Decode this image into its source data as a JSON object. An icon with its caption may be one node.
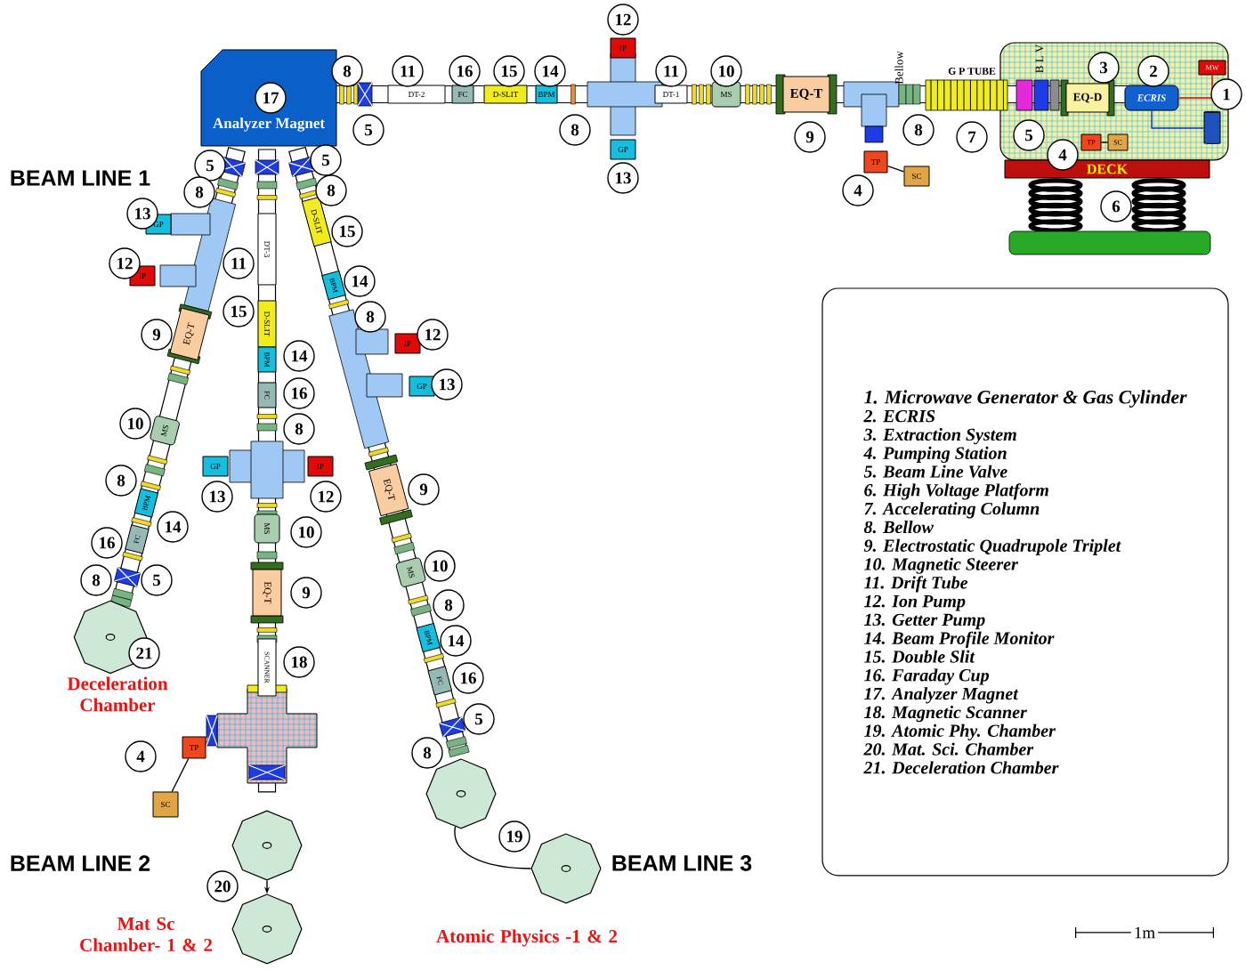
{
  "diagram": {
    "nodes": [
      {
        "text": [
          "Analyzer Magnet"
        ]
      },
      {
        "text": [
          "DT-2"
        ]
      },
      {
        "text": [
          "FC"
        ]
      },
      {
        "text": [
          "D-SLIT"
        ]
      },
      {
        "text": [
          "BPM"
        ]
      },
      {
        "text": [
          "IP"
        ]
      },
      {
        "text": [
          "GP"
        ]
      },
      {
        "text": [
          "DT-1"
        ]
      },
      {
        "text": [
          "MS"
        ]
      },
      {
        "text": [
          "EQ-T"
        ]
      },
      {
        "text": [
          "TP"
        ]
      },
      {
        "text": [
          "SC"
        ]
      },
      {
        "text": [
          "EQ-D"
        ]
      },
      {
        "text": [
          "ECRIS"
        ]
      },
      {
        "text": [
          "MW"
        ]
      },
      {
        "text": [],
        "shape": "cylinder"
      },
      {
        "text": [
          "TP"
        ]
      },
      {
        "text": [
          "SC"
        ]
      },
      {
        "text": [
          "DECK"
        ]
      },
      {
        "text": [
          "GP"
        ]
      },
      {
        "text": [
          "IP"
        ]
      },
      {
        "text": [
          "EQ-T"
        ]
      },
      {
        "text": [
          "MS"
        ]
      },
      {
        "text": [
          "BPM"
        ]
      },
      {
        "text": [
          "FC"
        ]
      },
      {
        "text": [],
        "shape": "octagon"
      },
      {
        "text": [
          "DT-3"
        ]
      },
      {
        "text": [
          "D-SLIT"
        ]
      },
      {
        "text": [
          "BPM"
        ]
      },
      {
        "text": [
          "FC"
        ]
      },
      {
        "text": [
          "GP"
        ]
      },
      {
        "text": [
          "IP"
        ]
      },
      {
        "text": [
          "MS"
        ]
      },
      {
        "text": [
          "EQ-T"
        ]
      },
      {
        "text": [
          "SCANNER"
        ]
      },
      {
        "text": [
          "TP"
        ]
      },
      {
        "text": [
          "SC"
        ]
      },
      {
        "text": [],
        "shape": "octagon"
      },
      {
        "text": [],
        "shape": "octagon"
      },
      {
        "text": [
          "D-SLIT"
        ]
      },
      {
        "text": [
          "BPM"
        ]
      },
      {
        "text": [
          "IP"
        ]
      },
      {
        "text": [
          "GP"
        ]
      },
      {
        "text": [
          "EQ-T"
        ]
      },
      {
        "text": [
          "MS"
        ]
      },
      {
        "text": [
          "BPM"
        ]
      },
      {
        "text": [
          "FC"
        ]
      },
      {
        "text": [],
        "shape": "octagon"
      },
      {
        "text": [],
        "shape": "octagon"
      },
      {
        "text": [
          "1. Microwave Generator & Gas Cylinder",
          "2. ECRIS",
          "3. Extraction System",
          "4. Pumping Station",
          "5. Beam Line Valve",
          "6. High Voltage Platform",
          "7. Accelerating Column",
          "8. Bellow",
          "9. Electrostatic Quadrupole Triplet",
          "10. Magnetic Steerer",
          "11. Drift Tube",
          "12. Ion Pump",
          "13. Getter Pump",
          "14. Beam Profile Monitor",
          "15. Double Slit",
          "16. Faraday Cup",
          "17. Analyzer Magnet",
          "18. Magnetic Scanner",
          "19. Atomic Phy. Chamber",
          "20. Mat. Sci. Chamber",
          "21. Deceleration Chamber"
        ]
      }
    ],
    "edges": [
      {
        "from": 10,
        "to": 11,
        "arrow": "none"
      },
      {
        "from": 16,
        "to": 17,
        "arrow": "none"
      },
      {
        "from": 35,
        "to": 36,
        "arrow": "none"
      },
      {
        "from": 37,
        "to": 38,
        "arrow": "to"
      },
      {
        "from": 47,
        "to": 48,
        "arrow": "none"
      },
      {
        "from": 14,
        "to": 13,
        "arrow": "none",
        "color": "#e00000"
      },
      {
        "from": 15,
        "to": 13,
        "arrow": "none",
        "color": "#1030c0"
      }
    ],
    "labels": [
      "12",
      "17",
      "8",
      "11",
      "16",
      "15",
      "14",
      "11",
      "10",
      "Bellow",
      "G P TUBE",
      "B L V",
      "3",
      "2",
      "1",
      "5",
      "8",
      "9",
      "8",
      "7",
      "5",
      "4",
      "13",
      "4",
      "6",
      "BEAM LINE 1",
      "5",
      "5",
      "8",
      "8",
      "13",
      "15",
      "12",
      "11",
      "14",
      "15",
      "8",
      "9",
      "12",
      "14",
      "13",
      "16",
      "10",
      "8",
      "8",
      "9",
      "13",
      "12",
      "14",
      "10",
      "16",
      "10",
      "8",
      "5",
      "9",
      "8",
      "14",
      "21",
      "18",
      "16",
      "Deceleration Chamber",
      "5",
      "4",
      "8",
      "BEAM LINE 2",
      "19",
      "BEAM LINE 3",
      "20",
      "Mat Sc Chamber- 1 & 2",
      "Atomic Physics -1 & 2",
      "1m"
    ]
  }
}
